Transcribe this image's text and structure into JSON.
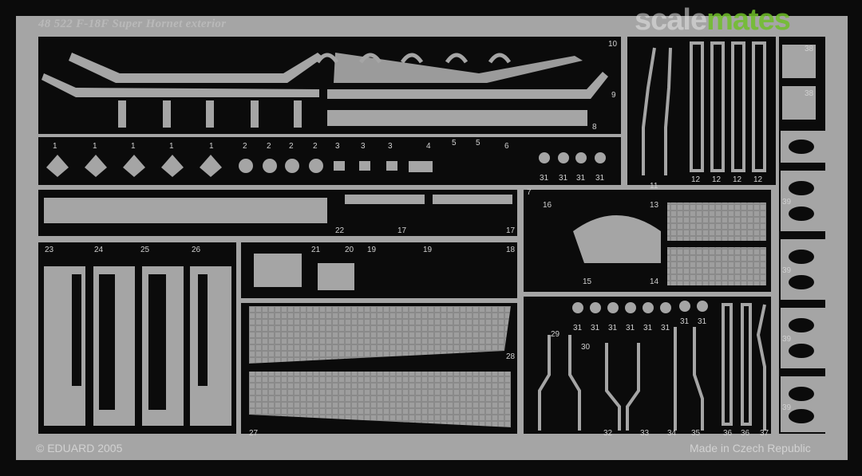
{
  "fret": {
    "title": "48 522  F-18F Super Hornet exterior",
    "copyright": "© EDUARD 2005",
    "origin": "Made in Czech Republic"
  },
  "watermark": {
    "part1": "scale",
    "part2": "mates"
  },
  "colors": {
    "metal": "#9d9d9d",
    "background": "#0b0b0b",
    "label": "#e6e6e6",
    "watermark_accent": "#6ebe28"
  }
}
